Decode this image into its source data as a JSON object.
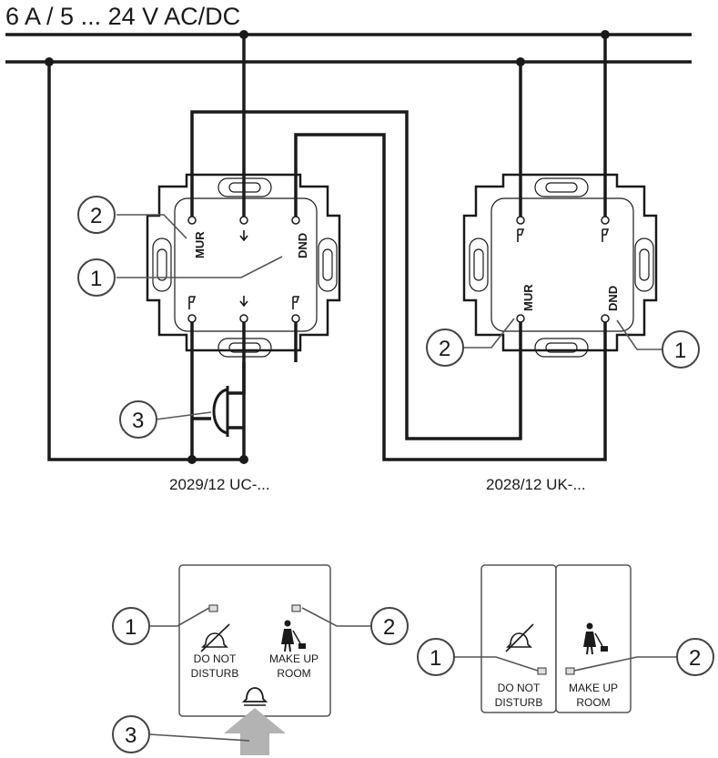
{
  "supply_label": "6 A / 5 ... 24 V AC/DC",
  "devices": {
    "left_label": "2029/12 UC-...",
    "right_label": "2028/12 UK-..."
  },
  "terminals": {
    "mur": "MUR",
    "dnd": "DND"
  },
  "callouts": {
    "one": "1",
    "two": "2",
    "three": "3"
  },
  "panels": {
    "do_not_line1": "DO NOT",
    "do_not_line2": "DISTURB",
    "make_up_line1": "MAKE UP",
    "make_up_line2": "ROOM"
  }
}
